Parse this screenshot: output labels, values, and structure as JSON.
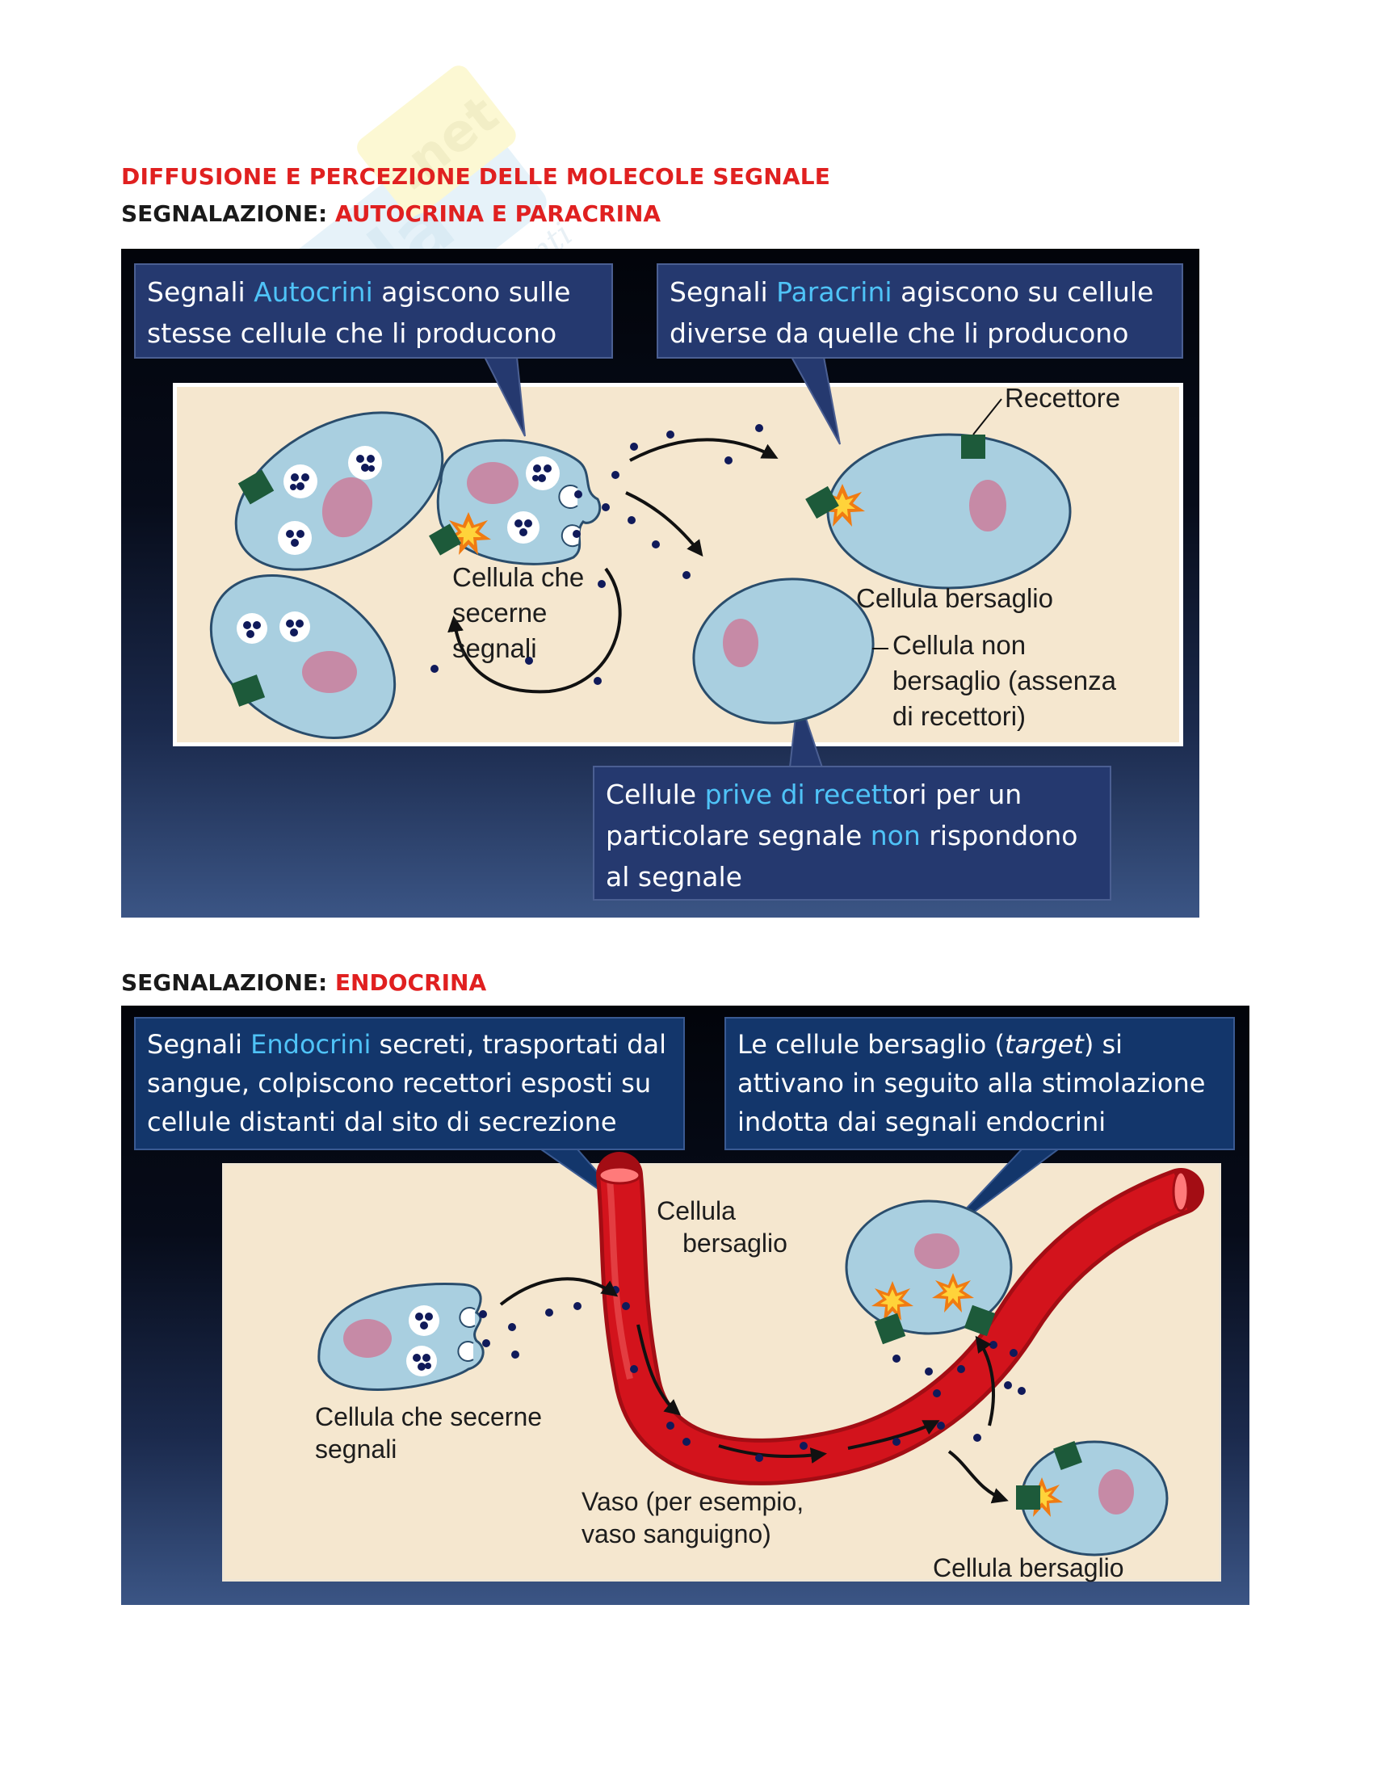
{
  "document": {
    "title": "DIFFUSIONE E PERCEZIONE DELLE MOLECOLE SEGNALE",
    "sections": [
      {
        "prefix": "SEGNALAZIONE: ",
        "highlight": "AUTOCRINA E PARACRINA"
      },
      {
        "prefix": "SEGNALAZIONE: ",
        "highlight": "ENDOCRINA"
      }
    ]
  },
  "figure1": {
    "callouts": {
      "autocrine": {
        "t1": "Segnali ",
        "hl": "Autocrini",
        "t2": " agiscono sulle",
        "l2": "stesse cellule che li producono"
      },
      "paracrine": {
        "t1": "Segnali ",
        "hl": "Paracrini",
        "t2": " agiscono su cellule",
        "l2": "diverse da quelle che li producono"
      },
      "no_receptor": {
        "hl1": "Cellule ",
        "hl2": "prive di recett",
        "t2": "ori per un",
        "l2a": "particolare segnale ",
        "l2hl": "non",
        "l2b": " rispondono",
        "l3": "al segnale"
      }
    },
    "labels": {
      "receptor": "Recettore",
      "secreting_cell_l1": "Cellula che",
      "secreting_cell_l2": "secerne",
      "secreting_cell_l3": "segnali",
      "target_cell": "Cellula bersaglio",
      "non_target_l1": "Cellula non",
      "non_target_l2": "bersaglio (assenza",
      "non_target_l3": "di recettori)"
    }
  },
  "figure2": {
    "callouts": {
      "endocrine": {
        "t1": "Segnali ",
        "hl": "Endocrini",
        "t2": " secreti, trasportati dal",
        "l2": "sangue, colpiscono recettori esposti su",
        "l3": "cellule distanti dal sito di secrezione"
      },
      "target_activation": {
        "l1a": "Le cellule bersaglio (",
        "l1it": "target",
        "l1b": ") si",
        "l2": "attivano in seguito alla stimolazione",
        "l3": "indotta dai segnali endocrini"
      }
    },
    "labels": {
      "secreting_cell_l1": "Cellula che secerne",
      "secreting_cell_l2": "segnali",
      "target_cell_top_l1": "Cellula",
      "target_cell_top_l2": "bersaglio",
      "vessel_l1": "Vaso (per esempio,",
      "vessel_l2": "vaso sanguigno)",
      "target_cell_bottom": "Cellula bersaglio"
    }
  },
  "colors": {
    "title_red": "#e02020",
    "callout_blue": "#25396f",
    "highlight_cyan": "#4fc3f7",
    "cell_fill": "#a9cfe0",
    "nucleus": "#c68aa6",
    "receptor": "#1d5a3a",
    "signal_dot": "#101a5a",
    "vessel_red": "#d3131c",
    "scene_bg": "#f5e7cf"
  },
  "watermark": {
    "brand": "Skuola.net",
    "tagline": "il portale degli studenti"
  }
}
